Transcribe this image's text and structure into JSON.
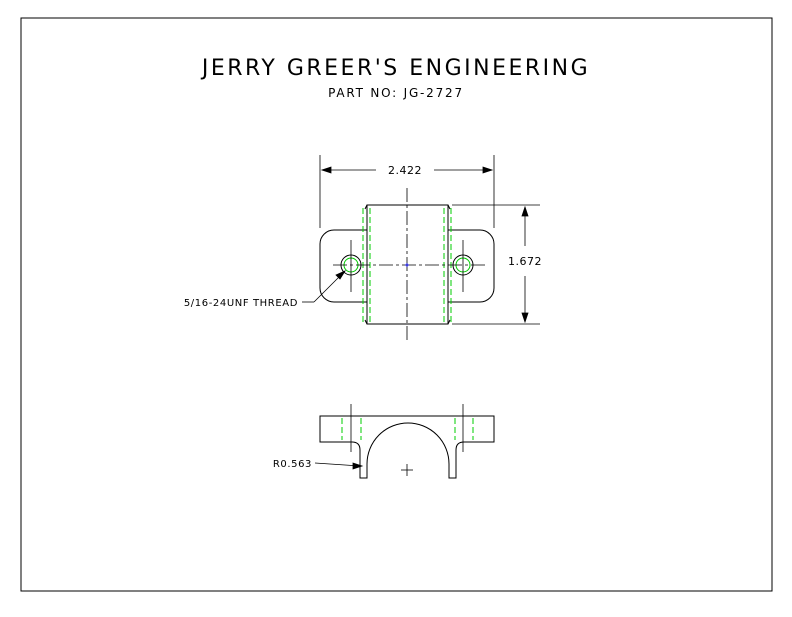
{
  "drawing": {
    "company": "JERRY GREER'S ENGINEERING",
    "part_no": "PART NO: JG-2727",
    "dim_width": "2.422",
    "dim_height": "1.672",
    "thread_note": "5/16-24UNF THREAD",
    "radius_note": "R0.563"
  },
  "colors": {
    "line": "#000000",
    "hidden": "#00cc00",
    "center": "#0000cc"
  }
}
